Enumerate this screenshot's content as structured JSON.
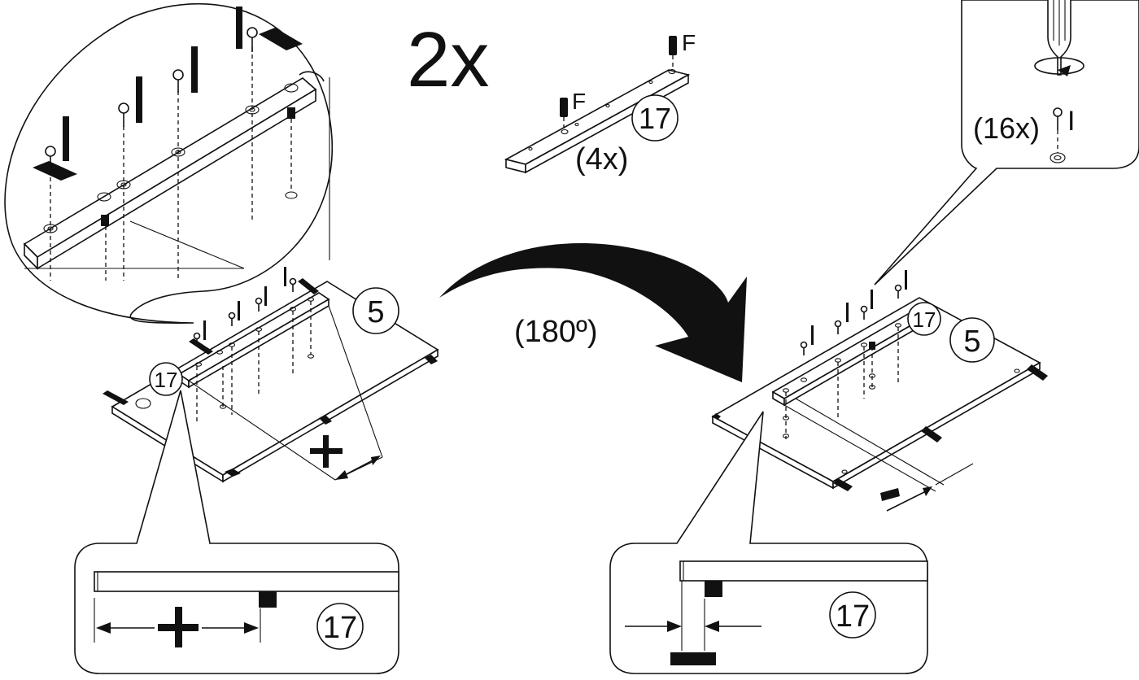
{
  "labels": {
    "multiplier_2x": "2x",
    "pin_label_f_1": "F",
    "pin_label_f_2": "F",
    "part_17_top": "17",
    "qty_4x": "(4x)",
    "rotate_180": "(180º)",
    "qty_16x": "(16x)",
    "screw_label_i_callout": "I",
    "part_5_left": "5",
    "part_17_left": "17",
    "part_5_right": "5",
    "part_17_right": "17",
    "part_17_detail_left": "17",
    "part_17_detail_right": "17"
  },
  "colors": {
    "ink": "#111111",
    "paper": "#ffffff"
  }
}
